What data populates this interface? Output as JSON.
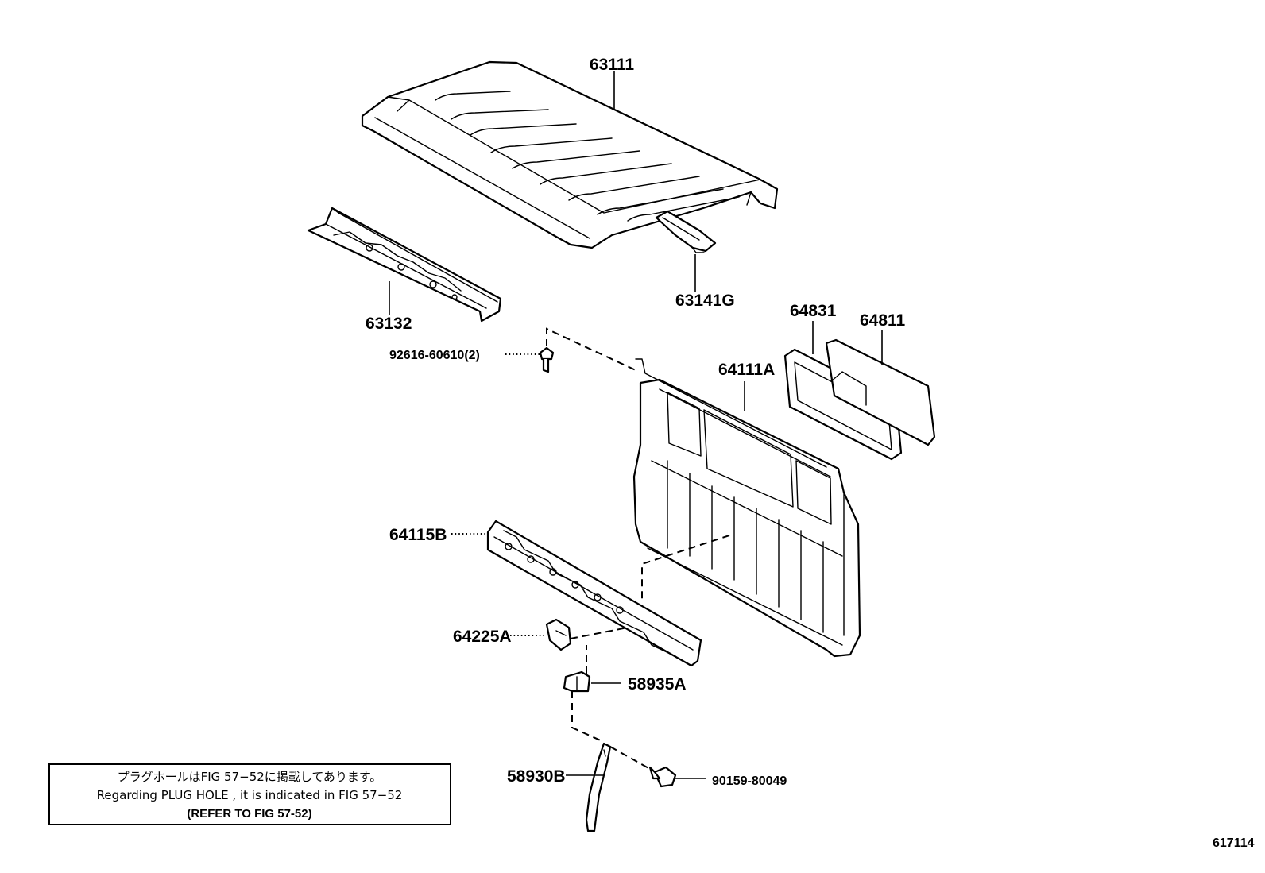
{
  "parts": {
    "p63111": "63111",
    "p63132": "63132",
    "p63141G": "63141G",
    "p92616": "92616-60610(2)",
    "p64831": "64831",
    "p64811": "64811",
    "p64111A": "64111A",
    "p64115B": "64115B",
    "p64225A": "64225A",
    "p58935A": "58935A",
    "p58930B": "58930B",
    "p90159": "90159-80049"
  },
  "note": {
    "line1": "プラグホールはFIG 57−52に掲載してあります。",
    "line2": "Regarding  PLUG  HOLE , it is indicated in FIG  57−52",
    "line3": "(REFER TO FIG 57-52)"
  },
  "figure_id": "617114"
}
